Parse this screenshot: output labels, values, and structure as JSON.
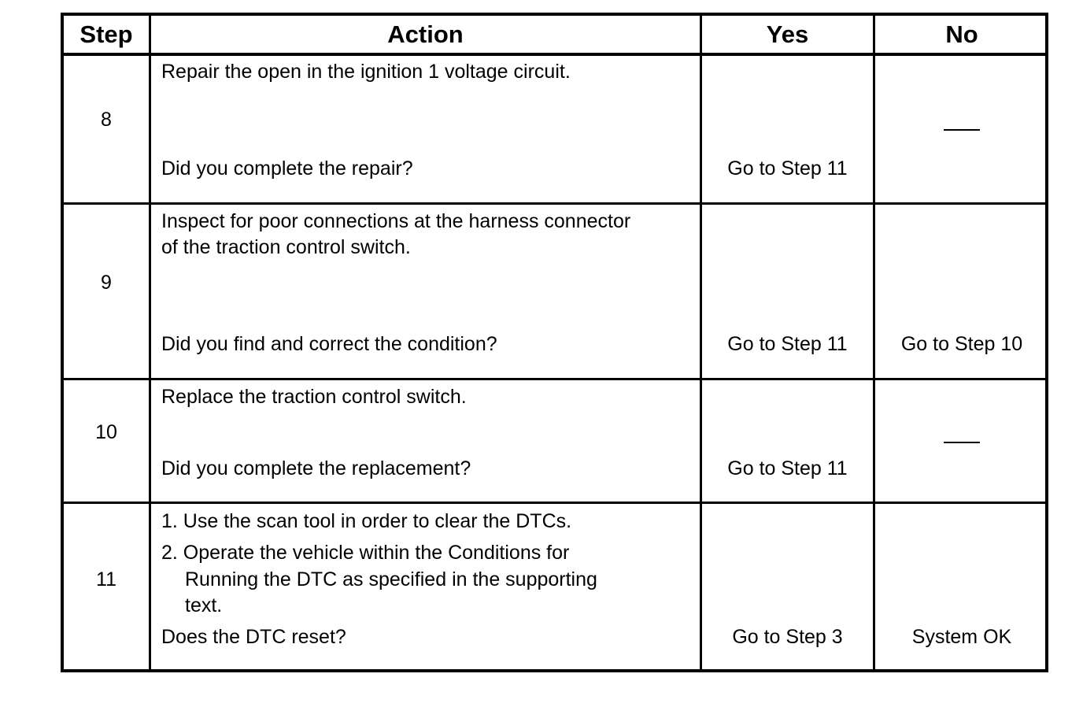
{
  "table": {
    "headers": {
      "step": "Step",
      "action": "Action",
      "yes": "Yes",
      "no": "No"
    },
    "rows": [
      {
        "step": "8",
        "action_text": "Repair the open in the ignition 1 voltage circuit.",
        "question": "Did you complete the repair?",
        "yes": "Go to Step 11",
        "no": "—"
      },
      {
        "step": "9",
        "action_line1": "Inspect for poor connections at the harness connector",
        "action_line2": "of the traction control switch.",
        "question": "Did you find and correct the condition?",
        "yes": "Go to Step 11",
        "no": "Go to Step 10"
      },
      {
        "step": "10",
        "action_text": "Replace the traction control switch.",
        "question": "Did you complete the replacement?",
        "yes": "Go to Step 11",
        "no": "—"
      },
      {
        "step": "11",
        "item1": "1. Use the scan tool in order to clear the DTCs.",
        "item2_line1": "2. Operate the vehicle within the Conditions for",
        "item2_line2": "Running the DTC as specified in the supporting",
        "item2_line3": "text.",
        "question": "Does the DTC reset?",
        "yes": "Go to Step 3",
        "no": "System OK"
      }
    ]
  }
}
